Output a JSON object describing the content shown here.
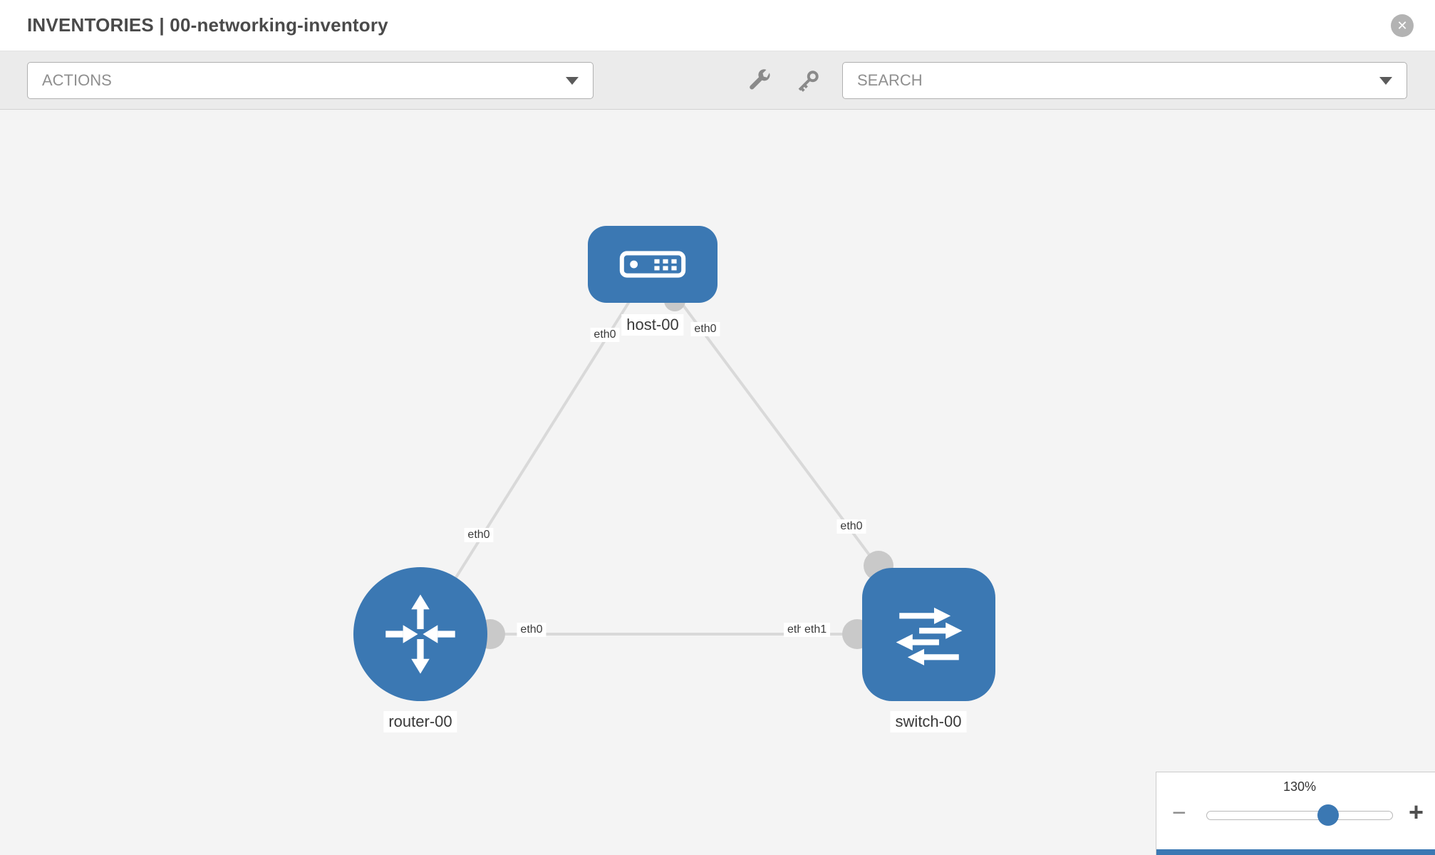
{
  "header": {
    "title": "INVENTORIES | 00-networking-inventory"
  },
  "toolbar": {
    "actions_label": "ACTIONS",
    "search_label": "SEARCH"
  },
  "canvas": {
    "nodes": [
      {
        "label": "host-00",
        "type": "host"
      },
      {
        "label": "router-00",
        "type": "router"
      },
      {
        "label": "switch-00",
        "type": "switch"
      }
    ],
    "links": [
      {
        "from": "host-00",
        "from_iface": "eth0",
        "to": "router-00",
        "to_iface": "eth0"
      },
      {
        "from": "host-00",
        "from_iface": "eth0",
        "to": "switch-00",
        "to_iface": "eth0"
      },
      {
        "from": "router-00",
        "from_iface": "eth0",
        "to": "switch-00",
        "to_iface": "eth1",
        "to_iface_overlapped": "eth0"
      }
    ],
    "colors": {
      "node_blue": "#3b78b3",
      "link_gray": "#d9d9d9",
      "iface_gray": "#c9c9c9"
    }
  },
  "zoom": {
    "level": "130%",
    "minus_label": "−",
    "plus_label": "+"
  }
}
